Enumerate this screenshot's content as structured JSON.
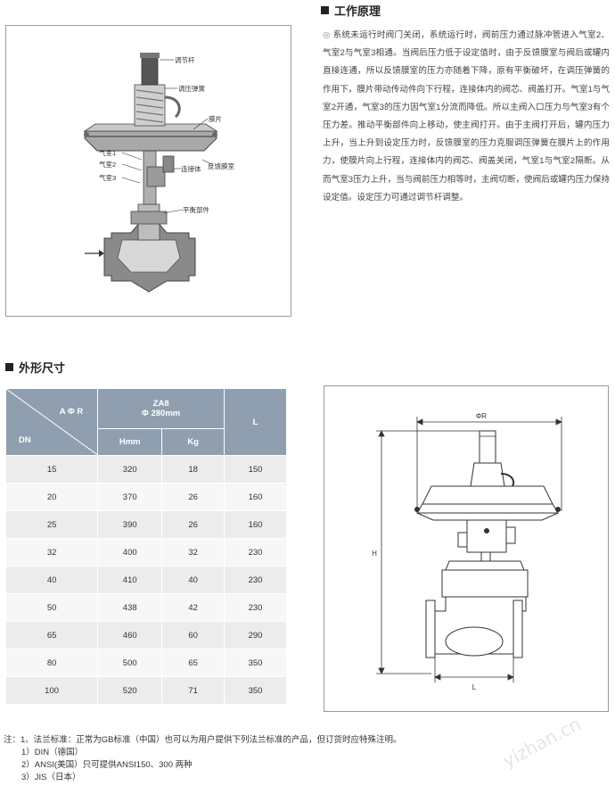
{
  "principle": {
    "title": "工作原理",
    "text": "系统未运行时阀门关闭，系统运行时，阀前压力通过脉冲管进入气室2、气室2与气室3相通。当阀后压力低于设定值时，由于反馈膜室与阀后或罐内直接连通，所以反馈膜室的压力亦随着下降，原有平衡破坏，在调压弹簧的作用下，膜片带动传动件向下行程，连接体内的阀芯、阀盖打开。气室1与气室2开通，气室3的压力因气室1分流而降低。所以主阀入口压力与气室3有个压力差。推动平衡部件向上移动，使主阀打开。由于主阀打开后，罐内压力上升，当上升到设定压力时，反馈膜室的压力克服调压弹簧在膜片上的作用力，使膜片向上行程，连接体内的阀芯、阀盖关闭，气室1与气室2隔断。从而气室3压力上升，当与阀前压力相等时，主阀切断，使阀后或罐内压力保持设定值。设定压力可通过调节杆调整。"
  },
  "diagram_labels": {
    "adjust_rod": "调节杆",
    "pressure_spring": "调压弹簧",
    "diaphragm": "膜片",
    "chamber1": "气室1",
    "chamber2": "气室2",
    "chamber3": "气室3",
    "connector": "连接体",
    "feedback_chamber": "反馈膜室",
    "balance_part": "平衡部件"
  },
  "dims": {
    "title": "外形尺寸",
    "header_ar": "A Φ R",
    "header_dn": "DN",
    "model": "ZA8",
    "model_size": "Φ 280mm",
    "col_hmm": "Hmm",
    "col_kg": "Kg",
    "col_l": "L",
    "rows": [
      {
        "dn": "15",
        "hmm": "320",
        "kg": "18",
        "l": "150"
      },
      {
        "dn": "20",
        "hmm": "370",
        "kg": "26",
        "l": "160"
      },
      {
        "dn": "25",
        "hmm": "390",
        "kg": "26",
        "l": "160"
      },
      {
        "dn": "32",
        "hmm": "400",
        "kg": "32",
        "l": "230"
      },
      {
        "dn": "40",
        "hmm": "410",
        "kg": "40",
        "l": "230"
      },
      {
        "dn": "50",
        "hmm": "438",
        "kg": "42",
        "l": "230"
      },
      {
        "dn": "65",
        "hmm": "460",
        "kg": "60",
        "l": "290"
      },
      {
        "dn": "80",
        "hmm": "500",
        "kg": "65",
        "l": "350"
      },
      {
        "dn": "100",
        "hmm": "520",
        "kg": "71",
        "l": "350"
      }
    ]
  },
  "drawing_labels": {
    "phi_r": "ΦR",
    "h": "H",
    "l": "L"
  },
  "notes": {
    "line1": "注：1、法兰标准：正常为GB标准（中国）也可以为用户提供下列法兰标准的产品，但订货时应特殊注明。",
    "line2": "1）DIN（德国）",
    "line3": "2）ANSI(美国）只可提供ANSI150、300 两种",
    "line4": "3）JIS（日本）"
  },
  "watermark": "yizhan.cn"
}
